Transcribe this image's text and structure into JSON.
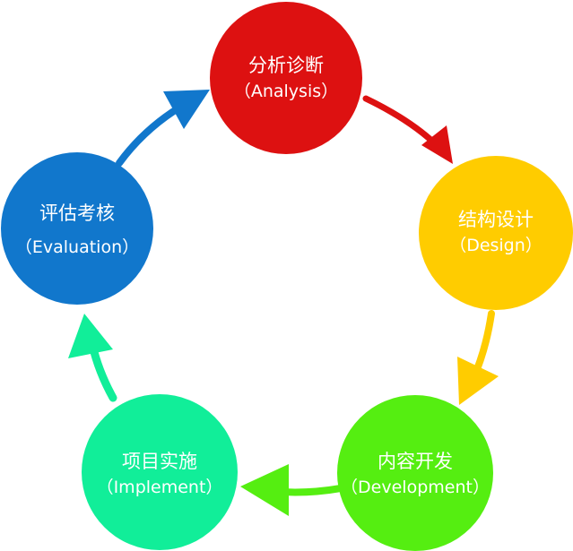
{
  "colors": {
    "analysis": "#dd1111",
    "design": "#ffcc00",
    "development": "#55ee11",
    "implement": "#11ee99",
    "evaluation": "#1177cc"
  },
  "nodes": {
    "analysis": {
      "cn": "分析诊断",
      "en": "（Analysis）"
    },
    "design": {
      "cn": "结构设计",
      "en": "（Design）"
    },
    "development": {
      "cn": "内容开发",
      "en": "（Development）"
    },
    "implement": {
      "cn": "项目实施",
      "en": "（Implement）"
    },
    "evaluation": {
      "cn": "评估考核",
      "en": "（Evaluation）"
    }
  }
}
